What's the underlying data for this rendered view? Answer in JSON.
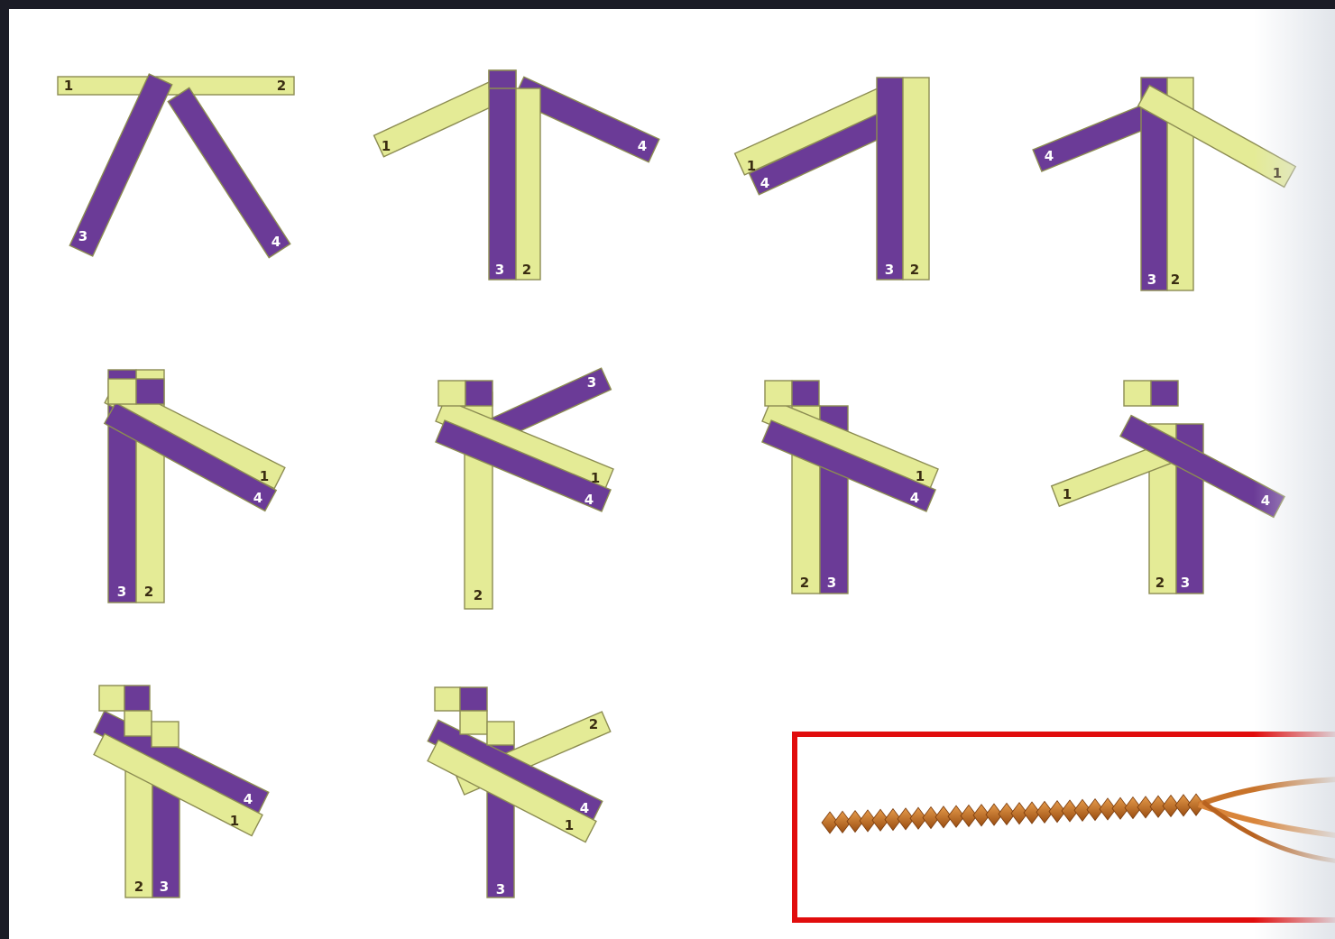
{
  "colors": {
    "strip_a": "#e4eb96",
    "strip_b": "#6b3b97",
    "highlight_frame": "#e10d0d",
    "background": "#ffffff",
    "border": "#1b1c26"
  },
  "steps": [
    {
      "labels": [
        "1",
        "2",
        "3",
        "4"
      ]
    },
    {
      "labels": [
        "1",
        "4",
        "3",
        "2"
      ]
    },
    {
      "labels": [
        "1",
        "4",
        "3",
        "2"
      ]
    },
    {
      "labels": [
        "4",
        "1",
        "3",
        "2"
      ]
    },
    {
      "labels": [
        "1",
        "4",
        "3",
        "2"
      ]
    },
    {
      "labels": [
        "3",
        "1",
        "4",
        "2"
      ]
    },
    {
      "labels": [
        "1",
        "4",
        "2",
        "3"
      ]
    },
    {
      "labels": [
        "1",
        "4",
        "2",
        "3"
      ]
    },
    {
      "labels": [
        "4",
        "1",
        "2",
        "3"
      ]
    },
    {
      "labels": [
        "2",
        "4",
        "1",
        "3"
      ]
    }
  ],
  "photo": {
    "subject": "finished braided cord"
  }
}
